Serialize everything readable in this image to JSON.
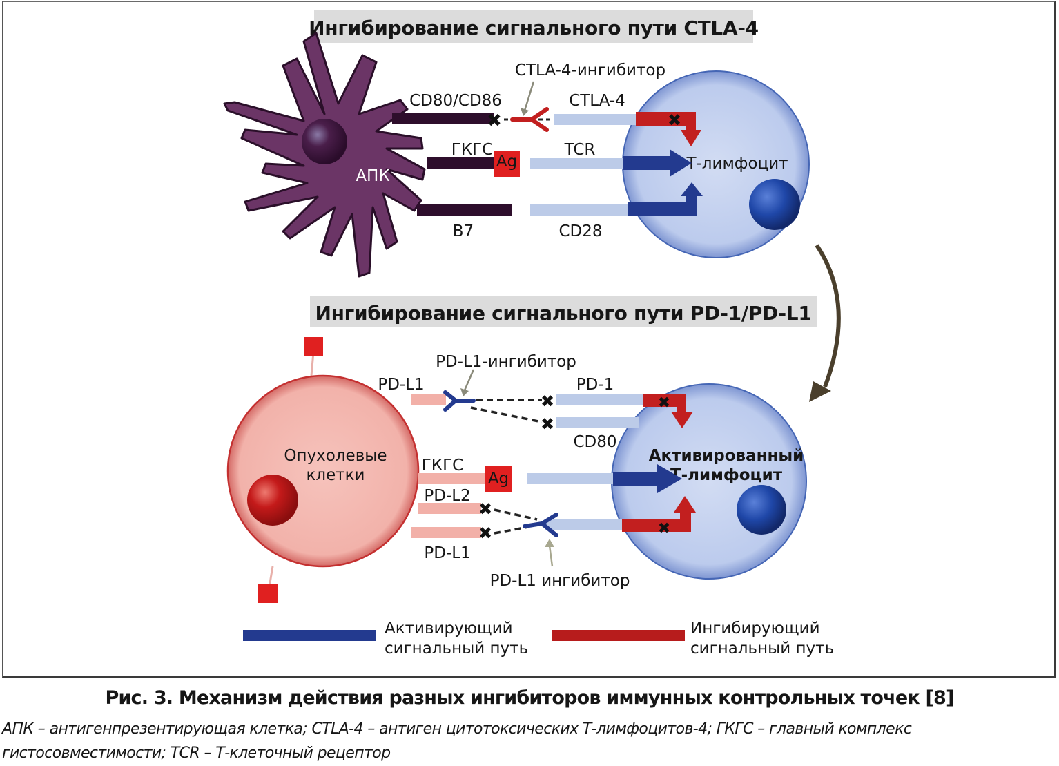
{
  "panels": {
    "ctla4": {
      "title": "Ингибирование сигнального пути CTLA-4",
      "apc_label": "АПК",
      "t_cell_label": "Т-лимфоцит",
      "inhibitor_label": "CTLA-4-ингибитор",
      "ligands": [
        "CD80/CD86",
        "ГКГС",
        "B7"
      ],
      "receptors": [
        "CTLA-4",
        "TCR",
        "CD28"
      ],
      "antigen_label": "Ag"
    },
    "pd1": {
      "title": "Ингибирование сигнального пути PD-1/PD-L1",
      "tumor_label_line1": "Опухолевые",
      "tumor_label_line2": "клетки",
      "t_cell_label_line1": "Активированный",
      "t_cell_label_line2": "Т-лимфоцит",
      "inhibitor_top_label": "PD-L1-ингибитор",
      "inhibitor_bottom_label": "PD-L1 ингибитор",
      "ligands": [
        "PD-L1",
        "ГКГС",
        "PD-L2",
        "PD-L1"
      ],
      "receptors": [
        "PD-1",
        "CD80"
      ],
      "antigen_label": "Ag"
    }
  },
  "legend": {
    "activating_line1": "Активирующий",
    "activating_line2": "сигнальный путь",
    "inhibiting_line1": "Ингибирующий",
    "inhibiting_line2": "сигнальный путь"
  },
  "colors": {
    "apc": "#6b3566",
    "t_cell": "#c3d0ee",
    "tumor": "#f4b8b0",
    "activating": "#233a8f",
    "inhibiting": "#b71c1c",
    "antigen": "#e02020",
    "title_bg": "#dcdcdc"
  },
  "caption": {
    "title": "Рис. 3. Механизм действия разных ингибиторов иммунных контрольных точек [8]",
    "note": "АПК – антигенпрезентирующая клетка; CTLA-4 – антиген цитотоксических Т-лимфоцитов-4; ГКГС – главный комплекс гистосовместимости; TCR – Т-клеточный рецептор"
  }
}
